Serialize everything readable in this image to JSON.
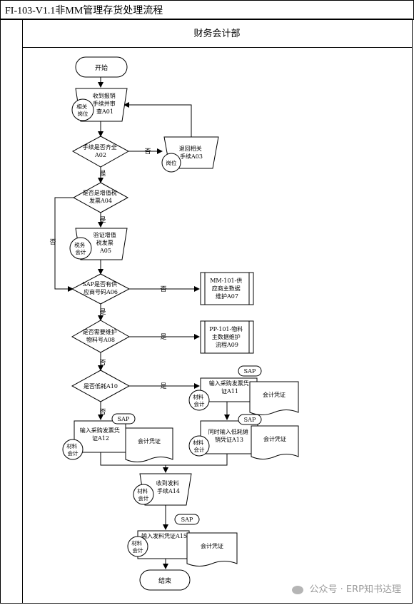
{
  "title": "FI-103-V1.1非MM管理存货处理流程",
  "lane_header": "财务会计部",
  "nodes": {
    "start": "开始",
    "a01": [
      "收到报销",
      "手续并审",
      "查A01"
    ],
    "a01_role": [
      "相关",
      "岗位"
    ],
    "a02": [
      "手续是否齐全",
      "A02"
    ],
    "a03": [
      "退回相关",
      "手续A03"
    ],
    "a03_role": "岗位",
    "a04": [
      "是否是增值税",
      "发票A04"
    ],
    "a05": [
      "验证增值",
      "税发票",
      "A05"
    ],
    "a05_role": [
      "税务",
      "会计"
    ],
    "a06": [
      "SAP是否有供",
      "应商号码A06"
    ],
    "a07": [
      "MM-101-供",
      "应商主数据",
      "维护A07"
    ],
    "a08": [
      "是否需要维护",
      "物料号A08"
    ],
    "a09": [
      "PP-101-物料",
      "主数据维护",
      "流程A09"
    ],
    "a10": "是否低耗A10",
    "a11": [
      "输入采购发票凭",
      "证A11"
    ],
    "a11_role": [
      "材料",
      "会计"
    ],
    "a12": [
      "输入采购发票凭",
      "证A12"
    ],
    "a12_role": [
      "材料",
      "会计"
    ],
    "a13": [
      "同时输入低耗摊",
      "销凭证A13"
    ],
    "a13_role": [
      "材料",
      "会计"
    ],
    "a14": [
      "收到发料",
      "手续A14"
    ],
    "a14_role": [
      "材料",
      "会计"
    ],
    "a15": "输入发料凭证A15",
    "a15_role": [
      "材料",
      "会计"
    ],
    "end": "结束",
    "sap": "SAP",
    "voucher": "会计凭证"
  },
  "edge_labels": {
    "yes": "是",
    "no": "否"
  },
  "watermark": "公众号 · ERP知书达理"
}
